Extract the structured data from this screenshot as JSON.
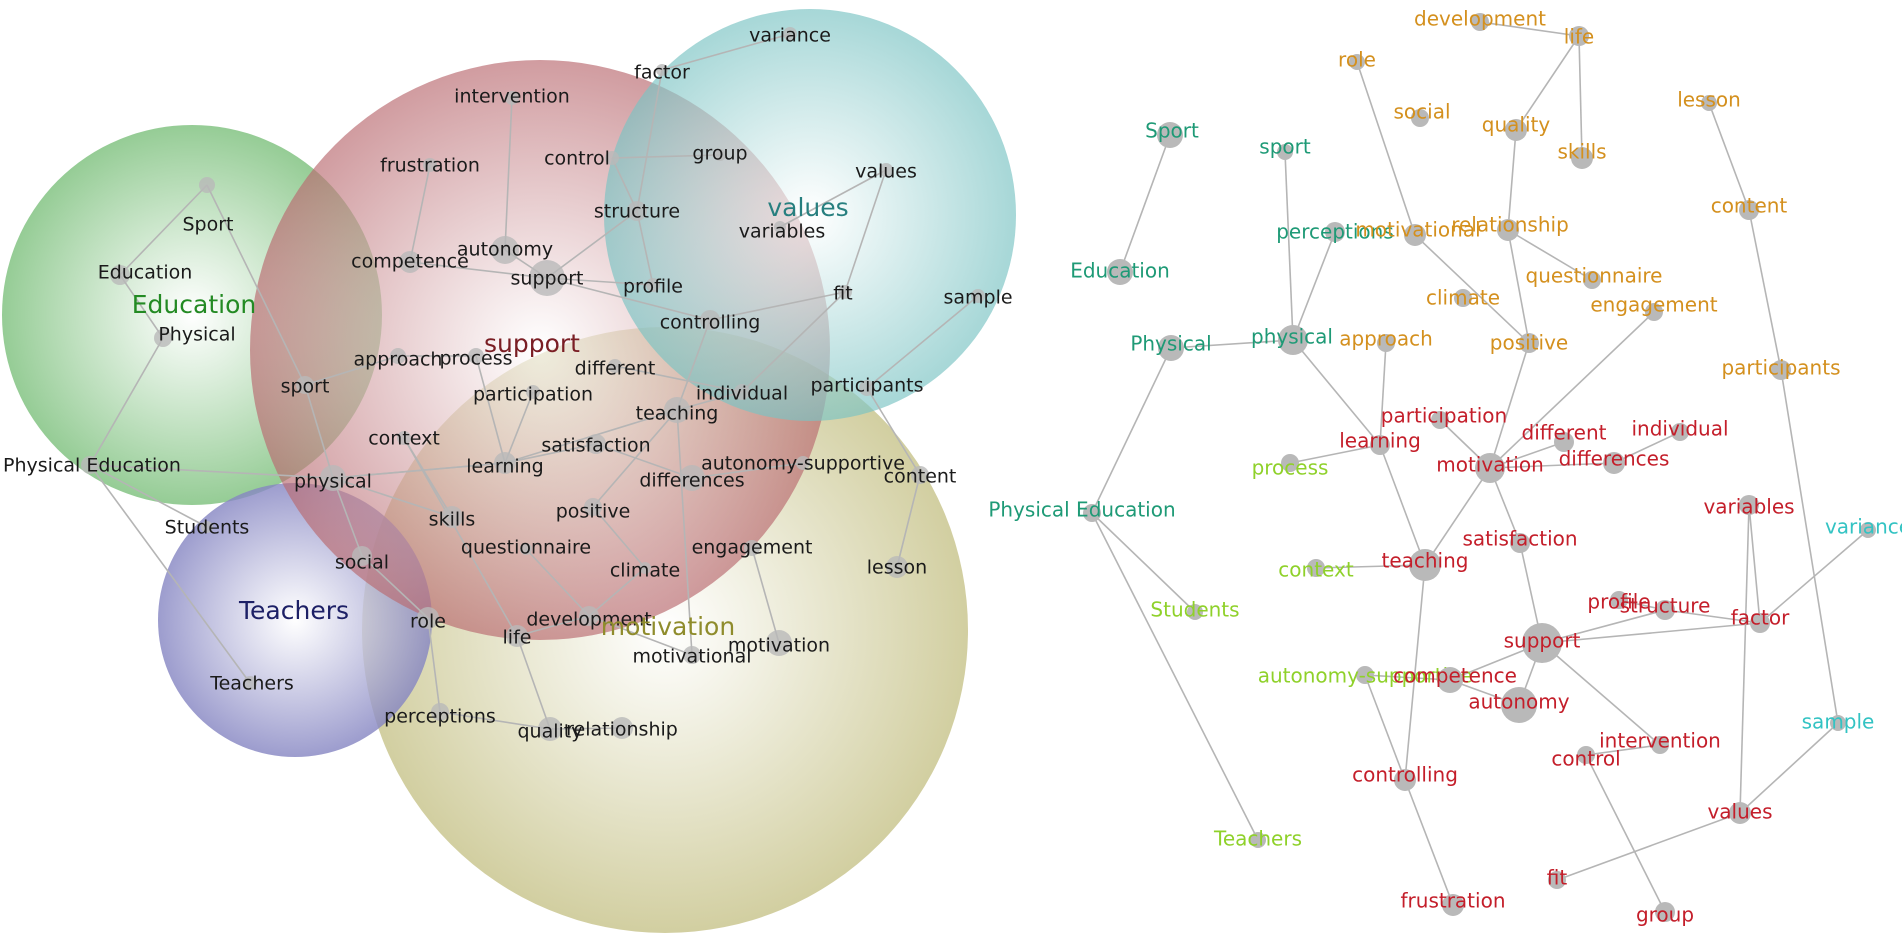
{
  "left_panel": {
    "clusters": [
      {
        "label": "motivation",
        "color": "#8f8c2c",
        "fill": "#c7c38a"
      },
      {
        "label": "Education",
        "color": "#238a23",
        "fill": "#7cc07c"
      },
      {
        "label": "Teachers",
        "color": "#1d2066",
        "fill": "#8585c2"
      },
      {
        "label": "support",
        "color": "#7a1e24",
        "fill": "#b96a70"
      },
      {
        "label": "values",
        "color": "#277f7f",
        "fill": "#7ac3c3"
      }
    ],
    "nodes": {
      "sport_pe": "Sport",
      "education": "Education",
      "physical_pe": "Physical",
      "physical_education": "Physical Education",
      "students": "Students",
      "teachers_n": "Teachers",
      "intervention": "intervention",
      "frustration": "frustration",
      "control": "control",
      "group": "group",
      "factor": "factor",
      "variance": "variance",
      "structure": "structure",
      "variables": "variables",
      "values_n": "values",
      "competence": "competence",
      "autonomy": "autonomy",
      "support_n": "support",
      "profile": "profile",
      "fit": "fit",
      "sample": "sample",
      "controlling": "controlling",
      "approach": "approach",
      "process": "process",
      "sport": "sport",
      "different": "different",
      "participation": "participation",
      "teaching": "teaching",
      "individual": "individual",
      "participants": "participants",
      "context": "context",
      "satisfaction": "satisfaction",
      "learning": "learning",
      "autonomy_supportive": "autonomy-supportive",
      "differences": "differences",
      "content": "content",
      "physical": "physical",
      "skills": "skills",
      "positive": "positive",
      "questionnaire": "questionnaire",
      "engagement": "engagement",
      "social": "social",
      "climate": "climate",
      "lesson": "lesson",
      "role": "role",
      "development": "development",
      "life": "life",
      "motivational": "motivational",
      "motivation_n": "motivation",
      "perceptions": "perceptions",
      "quality": "quality",
      "relationship": "relationship"
    }
  },
  "right_panel": {
    "community_colors": [
      "#1e9a76",
      "#d4901e",
      "#c41e2a",
      "#8fd12a",
      "#33c3c3"
    ],
    "nodes": {
      "development": "development",
      "life": "life",
      "role": "role",
      "social": "social",
      "quality": "quality",
      "skills": "skills",
      "lesson": "lesson",
      "sport_pe": "Sport",
      "sport": "sport",
      "content": "content",
      "perceptions": "perceptions",
      "motivational": "motivational",
      "relationship": "relationship",
      "education": "Education",
      "questionnaire": "questionnaire",
      "climate": "climate",
      "engagement": "engagement",
      "physical_pe": "Physical",
      "physical": "physical",
      "approach": "approach",
      "positive": "positive",
      "participants": "participants",
      "participation": "participation",
      "learning": "learning",
      "different": "different",
      "individual": "individual",
      "process": "process",
      "motivation": "motivation",
      "differences": "differences",
      "physical_education": "Physical Education",
      "variables": "variables",
      "variance": "variance",
      "satisfaction": "satisfaction",
      "context": "context",
      "teaching": "teaching",
      "students": "Students",
      "profile": "profile",
      "structure": "structure",
      "factor": "factor",
      "support": "support",
      "autonomy_supportive": "autonomy-supportive",
      "competence": "competence",
      "autonomy": "autonomy",
      "intervention": "intervention",
      "sample": "sample",
      "control": "control",
      "controlling": "controlling",
      "values": "values",
      "teachers": "Teachers",
      "fit": "fit",
      "frustration": "frustration",
      "group": "group"
    }
  }
}
